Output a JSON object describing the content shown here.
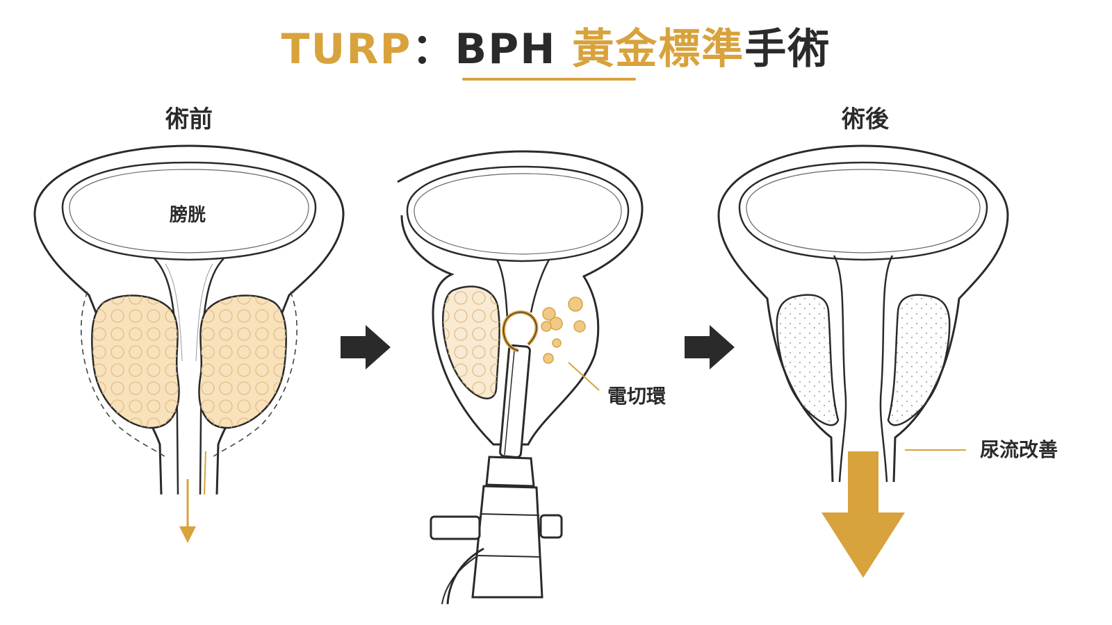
{
  "title": {
    "part1": "TURP",
    "sep": "：",
    "part2": "BPH",
    "part3": "黃金標準",
    "part4": "手術"
  },
  "panels": {
    "before": {
      "heading": "術前",
      "bladder_label": "膀胱"
    },
    "during": {
      "callout": "電切環"
    },
    "after": {
      "heading": "術後",
      "callout": "尿流改善"
    }
  },
  "colors": {
    "accent": "#d8a23c",
    "tissue": "#f8e2bc",
    "outline": "#2a2a2a",
    "arrow": "#2a2a2a"
  },
  "icons": [
    "right-arrow-icon",
    "right-arrow-icon",
    "urine-flow-arrow-icon",
    "resectoscope-icon"
  ]
}
